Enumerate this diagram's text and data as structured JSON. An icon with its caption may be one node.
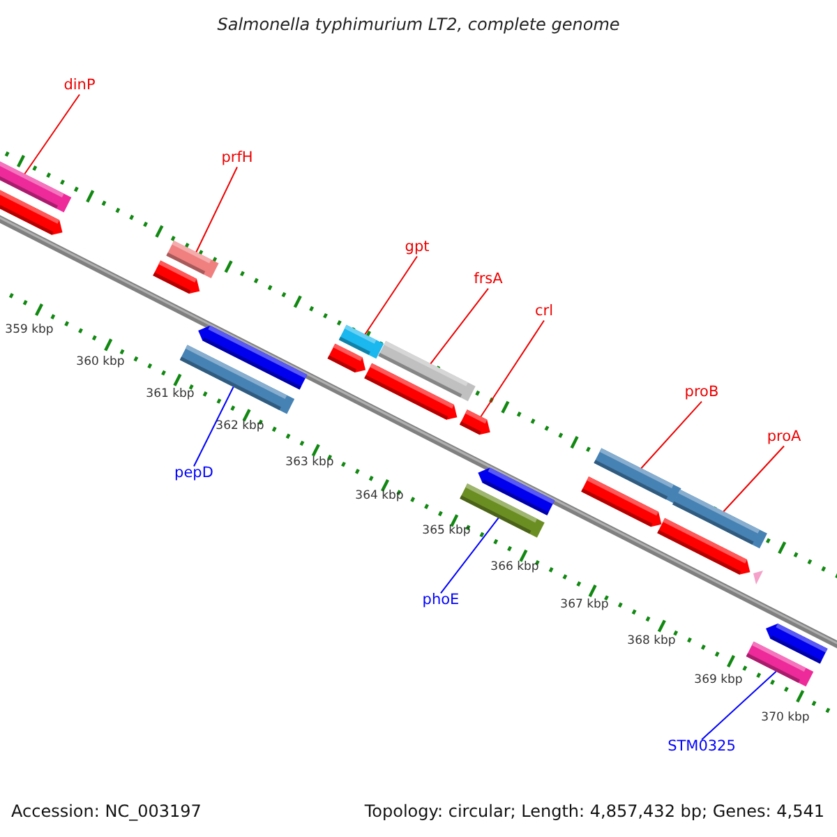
{
  "diagram": {
    "title": "Salmonella typhimurium LT2, complete genome",
    "nodes": [
      {
        "text": [
          "dinP"
        ]
      },
      {
        "text": [
          "prfH"
        ]
      },
      {
        "text": [
          "gpt"
        ]
      },
      {
        "text": [
          "frsA"
        ]
      },
      {
        "text": [
          "crl"
        ]
      },
      {
        "text": [
          "proB"
        ]
      },
      {
        "text": [
          "proA"
        ]
      },
      {
        "text": [
          "pepD"
        ]
      },
      {
        "text": [
          "phoE"
        ]
      },
      {
        "text": [
          "STM0325"
        ]
      },
      {
        "text": [],
        "shape": "bar"
      },
      {
        "text": [],
        "shape": "bar"
      },
      {
        "text": [],
        "shape": "bar"
      },
      {
        "text": [],
        "shape": "bar"
      },
      {
        "text": [],
        "shape": "bar"
      },
      {
        "text": [],
        "shape": "bar"
      },
      {
        "text": [],
        "shape": "bar"
      },
      {
        "text": [],
        "shape": "bar"
      },
      {
        "text": [],
        "shape": "bar"
      },
      {
        "text": [],
        "shape": "bar"
      },
      {
        "text": [],
        "shape": "bar"
      },
      {
        "text": [],
        "shape": "bar"
      },
      {
        "text": [],
        "shape": "bar"
      },
      {
        "text": [],
        "shape": "bar"
      },
      {
        "text": [],
        "shape": "bar"
      },
      {
        "text": [],
        "shape": "bar"
      },
      {
        "text": [],
        "shape": "bar"
      },
      {
        "text": [],
        "shape": "bar"
      },
      {
        "text": [],
        "shape": "bar"
      }
    ],
    "edges": [
      {
        "from": 0,
        "to": 10,
        "arrow": "none"
      },
      {
        "from": 1,
        "to": 12,
        "arrow": "none"
      },
      {
        "from": 2,
        "to": 14,
        "arrow": "none"
      },
      {
        "from": 3,
        "to": 16,
        "arrow": "none"
      },
      {
        "from": 4,
        "to": 18,
        "arrow": "none"
      },
      {
        "from": 5,
        "to": 19,
        "arrow": "none"
      },
      {
        "from": 6,
        "to": 20,
        "arrow": "none"
      },
      {
        "from": 7,
        "to": 24,
        "arrow": "none",
        "color": "#0000ff"
      },
      {
        "from": 8,
        "to": 26,
        "arrow": "none",
        "color": "#0000ff"
      },
      {
        "from": 9,
        "to": 28,
        "arrow": "none",
        "color": "#0000ff"
      }
    ],
    "labels": [
      "359 kbp",
      "360 kbp",
      "361 kbp",
      "362 kbp",
      "363 kbp",
      "364 kbp",
      "365 kbp",
      "366 kbp",
      "367 kbp",
      "368 kbp",
      "369 kbp",
      "370 kbp",
      "Accession: NC_003197",
      "Topology: circular; Length: 4,857,432 bp; Genes: 4,541"
    ]
  }
}
